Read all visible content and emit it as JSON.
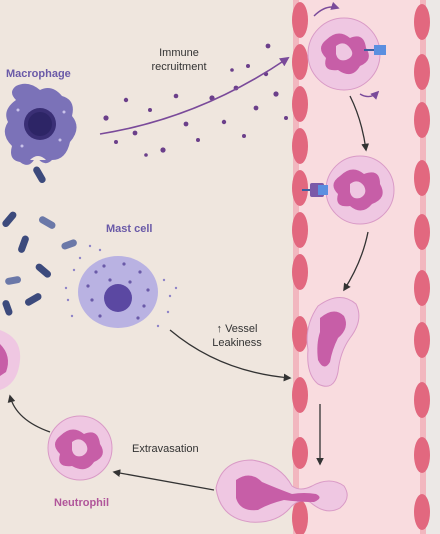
{
  "labels": {
    "macrophage": "Macrophage",
    "immune_recruitment": [
      "Immune",
      "recruitment"
    ],
    "mast_cell": "Mast cell",
    "vessel_leakiness": [
      "↑ Vessel",
      "Leakiness"
    ],
    "extravasation": "Extravasation",
    "neutrophil": "Neutrophil"
  },
  "colors": {
    "tissue_background": "#efe6de",
    "vessel_lumen": "#f9dcdf",
    "endothelial_cell": "#e2687f",
    "neutrophil_fill": "#efc7e2",
    "neutrophil_nucleus": "#c75ea7",
    "macrophage_fill": "#7b72b8",
    "mast_cell_fill": "#b9b2e2",
    "receptor": "#5b8fe0",
    "bacteria": "#3c4a7c"
  },
  "icons": [
    "macrophage-icon",
    "mast-cell-icon",
    "neutrophil-icon",
    "bacteria-icon",
    "adhesion-receptor-icon",
    "endothelial-cell-icon"
  ]
}
